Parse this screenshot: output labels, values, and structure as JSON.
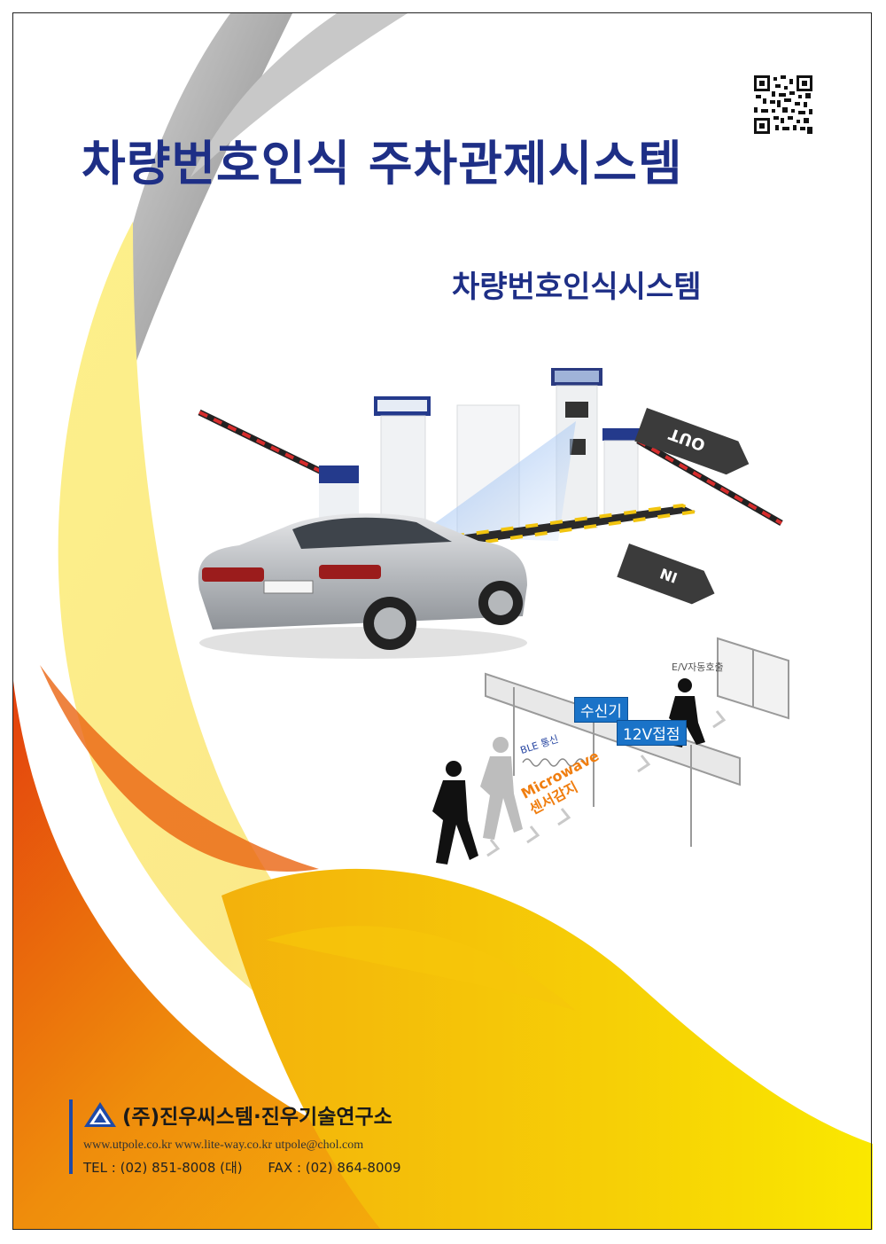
{
  "title": "차량번호인식 주차관제시스템",
  "subtitle": "차량번호인식시스템",
  "scene": {
    "receiver_label": "수신기",
    "contact_label": "12V접점",
    "ev_label": "E/V자동호출",
    "ble_label": "BLE 통신",
    "microwave_label": "Microwave",
    "sensor_label": "센서감지",
    "out_marking": "OUT",
    "in_marking": "IN"
  },
  "footer": {
    "company": "(주)진우씨스템·진우기술연구소",
    "web": "www.utpole.co.kr  www.lite-way.co.kr  utpole@chol.com",
    "tel": "TEL : (02) 851-8008 (대)",
    "fax": "FAX : (02) 864-8009"
  },
  "colors": {
    "title_navy": "#1e2f86",
    "orange": "#e8570c",
    "yellow": "#f7e000",
    "label_blue": "#1a73c8"
  }
}
